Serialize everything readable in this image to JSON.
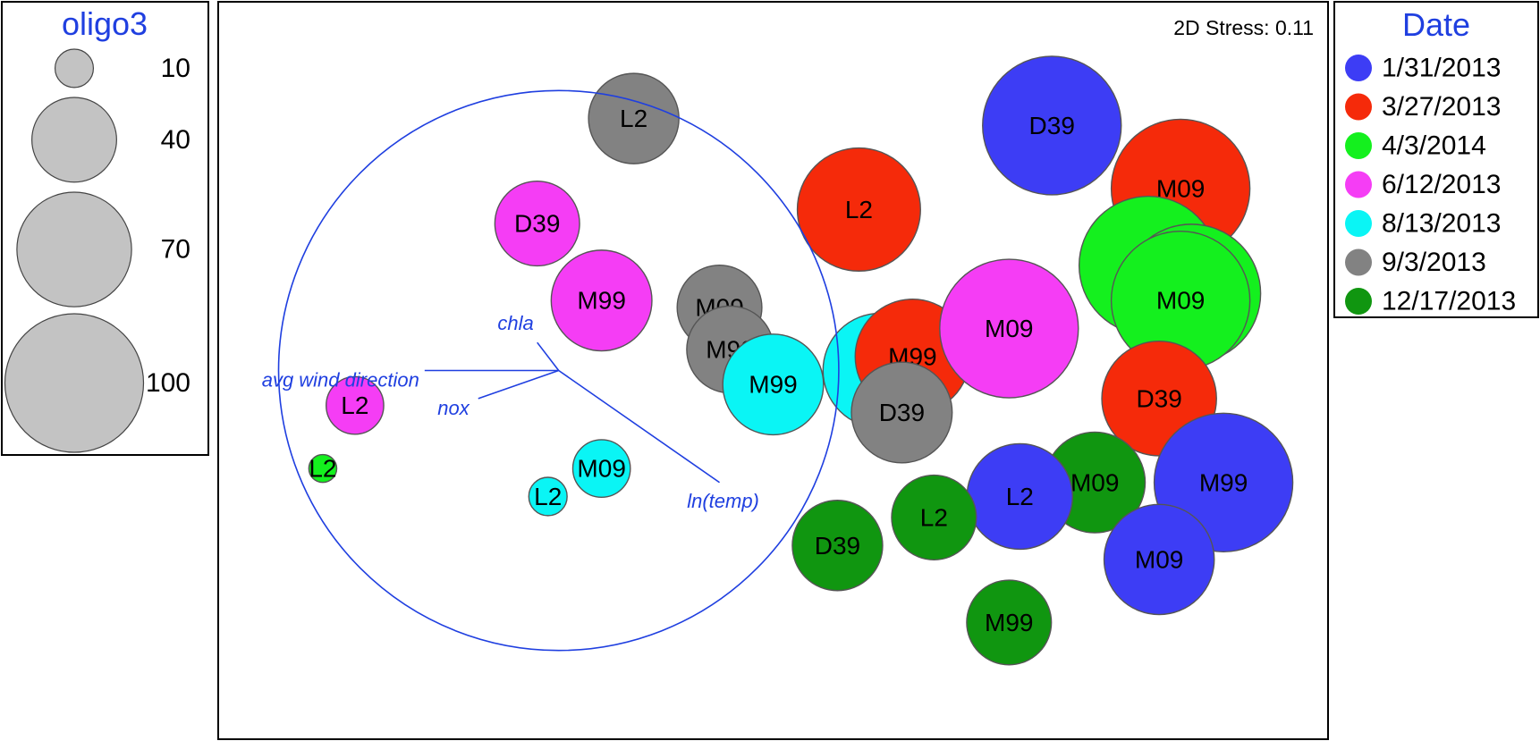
{
  "chart_data": {
    "type": "scatter",
    "stress": {
      "text": "2D Stress: 0.11"
    },
    "size_legend": {
      "title": "oligo3",
      "entries": [
        {
          "label": "10",
          "value": 10
        },
        {
          "label": "40",
          "value": 40
        },
        {
          "label": "70",
          "value": 70
        },
        {
          "label": "100",
          "value": 100
        }
      ]
    },
    "color_legend": {
      "title": "Date",
      "entries": [
        {
          "label": "1/31/2013",
          "color": "#3d3df5"
        },
        {
          "label": "3/27/2013",
          "color": "#f52a0a"
        },
        {
          "label": "4/3/2014",
          "color": "#14f01e"
        },
        {
          "label": "6/12/2013",
          "color": "#f53df5"
        },
        {
          "label": "8/13/2013",
          "color": "#0af5f5"
        },
        {
          "label": "9/3/2013",
          "color": "#828282"
        },
        {
          "label": "12/17/2013",
          "color": "#109610"
        }
      ]
    },
    "points": [
      {
        "label": "L2",
        "group": "9/3/2013",
        "x": 0.37,
        "y": 0.86,
        "oligo3": 45
      },
      {
        "label": "D39",
        "group": "6/12/2013",
        "x": 0.28,
        "y": 0.71,
        "oligo3": 40
      },
      {
        "label": "M99",
        "group": "6/12/2013",
        "x": 0.34,
        "y": 0.6,
        "oligo3": 55
      },
      {
        "label": "L2",
        "group": "6/12/2013",
        "x": 0.11,
        "y": 0.45,
        "oligo3": 20
      },
      {
        "label": "L2",
        "group": "4/3/2014",
        "x": 0.08,
        "y": 0.36,
        "oligo3": 6
      },
      {
        "label": "M09",
        "group": "9/3/2013",
        "x": 0.45,
        "y": 0.59,
        "oligo3": 40
      },
      {
        "label": "M99",
        "group": "9/3/2013",
        "x": 0.46,
        "y": 0.53,
        "oligo3": 42
      },
      {
        "label": "M99",
        "group": "8/13/2013",
        "x": 0.5,
        "y": 0.48,
        "oligo3": 55
      },
      {
        "label": "M09",
        "group": "8/13/2013",
        "x": 0.34,
        "y": 0.36,
        "oligo3": 20
      },
      {
        "label": "L2",
        "group": "8/13/2013",
        "x": 0.29,
        "y": 0.32,
        "oligo3": 10
      },
      {
        "label": "L2",
        "group": "3/27/2013",
        "x": 0.58,
        "y": 0.73,
        "oligo3": 80
      },
      {
        "label": "D39",
        "group": "8/13/2013",
        "x": 0.6,
        "y": 0.5,
        "oligo3": 70
      },
      {
        "label": "M99",
        "group": "3/27/2013",
        "x": 0.63,
        "y": 0.52,
        "oligo3": 70
      },
      {
        "label": "D39",
        "group": "9/3/2013",
        "x": 0.62,
        "y": 0.44,
        "oligo3": 55
      },
      {
        "label": "M09",
        "group": "6/12/2013",
        "x": 0.72,
        "y": 0.56,
        "oligo3": 100
      },
      {
        "label": "D39",
        "group": "1/31/2013",
        "x": 0.76,
        "y": 0.85,
        "oligo3": 100
      },
      {
        "label": "M09",
        "group": "3/27/2013",
        "x": 0.88,
        "y": 0.76,
        "oligo3": 100
      },
      {
        "label": "D39",
        "group": "4/3/2014",
        "x": 0.85,
        "y": 0.65,
        "oligo3": 100
      },
      {
        "label": "M99",
        "group": "4/3/2014",
        "x": 0.89,
        "y": 0.61,
        "oligo3": 100
      },
      {
        "label": "M09",
        "group": "4/3/2014",
        "x": 0.88,
        "y": 0.6,
        "oligo3": 100
      },
      {
        "label": "D39",
        "group": "3/27/2013",
        "x": 0.86,
        "y": 0.46,
        "oligo3": 70
      },
      {
        "label": "M09",
        "group": "12/17/2013",
        "x": 0.8,
        "y": 0.34,
        "oligo3": 55
      },
      {
        "label": "M99",
        "group": "1/31/2013",
        "x": 0.92,
        "y": 0.34,
        "oligo3": 100
      },
      {
        "label": "L2",
        "group": "1/31/2013",
        "x": 0.73,
        "y": 0.32,
        "oligo3": 60
      },
      {
        "label": "L2",
        "group": "12/17/2013",
        "x": 0.65,
        "y": 0.29,
        "oligo3": 40
      },
      {
        "label": "M09",
        "group": "1/31/2013",
        "x": 0.86,
        "y": 0.23,
        "oligo3": 65
      },
      {
        "label": "D39",
        "group": "12/17/2013",
        "x": 0.56,
        "y": 0.25,
        "oligo3": 45
      },
      {
        "label": "M99",
        "group": "12/17/2013",
        "x": 0.72,
        "y": 0.14,
        "oligo3": 40
      }
    ],
    "vectors": [
      {
        "label": "chla",
        "dx": -0.02,
        "dy": 0.04
      },
      {
        "label": "avg wind direction",
        "dx": -0.125,
        "dy": 0.0
      },
      {
        "label": "nox",
        "dx": -0.075,
        "dy": -0.04
      },
      {
        "label": "ln(temp)",
        "dx": 0.15,
        "dy": -0.16
      }
    ],
    "vector_origin": {
      "x": 0.3,
      "y": 0.5
    },
    "circle_radius": 0.4,
    "axes": {
      "xlim": [
        0,
        1
      ],
      "ylim": [
        0,
        1
      ],
      "grid": false
    }
  }
}
